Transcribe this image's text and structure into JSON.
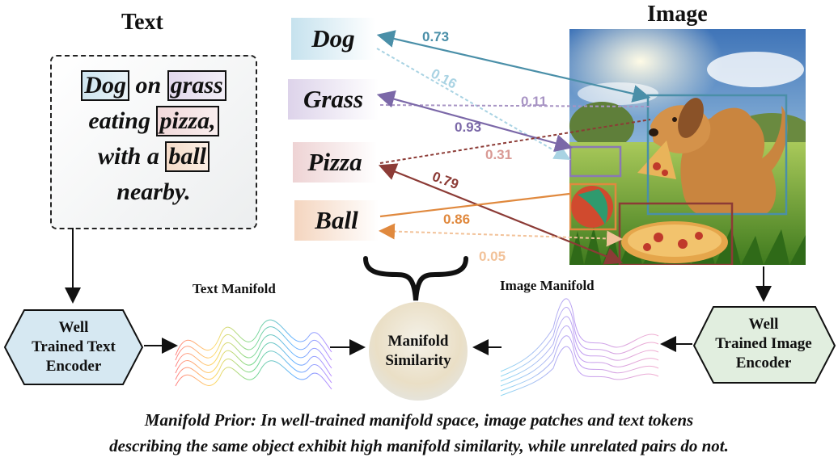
{
  "titles": {
    "text": "Text",
    "image": "Image"
  },
  "sentence": {
    "w_dog": "Dog",
    "w_on": "on",
    "w_grass": "grass",
    "w_eating": "eating",
    "w_pizza": "pizza",
    "w_comma": ",",
    "w_witha": "with a",
    "w_ball": "ball",
    "w_nearby": "nearby."
  },
  "words": [
    "Dog",
    "Grass",
    "Pizza",
    "Ball"
  ],
  "scores": {
    "dog_dog": "0.73",
    "dog_grass": "0.16",
    "grass_grass": "0.11",
    "grass_dog": "0.93",
    "pizza_ball": "0.31",
    "pizza_pizza": "0.79",
    "ball_ball": "0.86",
    "ball_pizza": "0.05"
  },
  "score_colors": {
    "dog_dog": "#4a8fa8",
    "dog_grass": "#a9d3e3",
    "grass_grass": "#a894c4",
    "grass_dog": "#7b68a8",
    "pizza_ball": "#d99a95",
    "pizza_pizza": "#8c3b36",
    "ball_ball": "#e0893e",
    "ball_pizza": "#f2c299"
  },
  "encoders": {
    "text": [
      "Well",
      "Trained Text",
      "Encoder"
    ],
    "image": [
      "Well",
      "Trained Image",
      "Encoder"
    ]
  },
  "manifolds": {
    "text": "Text Manifold",
    "image": "Image Manifold"
  },
  "similarity": [
    "Manifold",
    "Similarity"
  ],
  "caption": [
    "Manifold Prior: In well-trained manifold space, image patches and text tokens",
    "describing the same object exhibit high manifold similarity, while unrelated pairs do not."
  ]
}
